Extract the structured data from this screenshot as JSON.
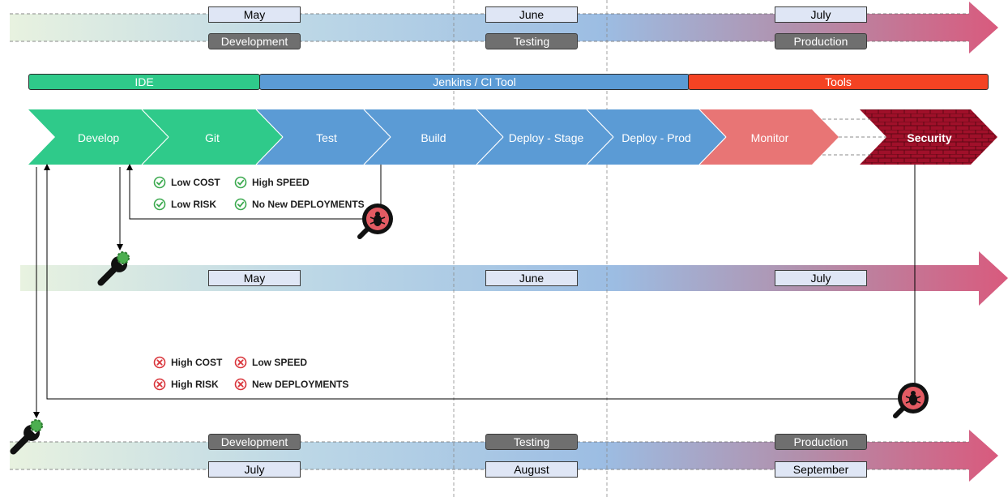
{
  "timeline_top": {
    "months": [
      "May",
      "June",
      "July"
    ],
    "phases": [
      "Development",
      "Testing",
      "Production"
    ]
  },
  "tools": {
    "ide": "IDE",
    "ci": "Jenkins / CI Tool",
    "tools": "Tools"
  },
  "pipeline": {
    "stages": [
      "Develop",
      "Git",
      "Test",
      "Build",
      "Deploy - Stage",
      "Deploy - Prod",
      "Monitor",
      "Security"
    ]
  },
  "good": {
    "items": [
      "Low COST",
      "High SPEED",
      "Low RISK",
      "No New DEPLOYMENTS"
    ]
  },
  "timeline_mid": {
    "months": [
      "May",
      "June",
      "July"
    ]
  },
  "bad": {
    "items": [
      "High COST",
      "Low SPEED",
      "High RISK",
      "New DEPLOYMENTS"
    ]
  },
  "timeline_bottom": {
    "phases": [
      "Development",
      "Testing",
      "Production"
    ],
    "months": [
      "July",
      "August",
      "September"
    ]
  },
  "colors": {
    "green": "#2fca8a",
    "blue": "#5b9bd5",
    "red": "#e87575",
    "security": "#a0102a",
    "tools_red": "#f44323",
    "check": "#3daa50",
    "cross": "#d9343a"
  },
  "icons": {
    "fix": "wrench-icon",
    "bug": "bug-magnifier-icon",
    "ok": "check-circle-icon",
    "fail": "x-circle-icon"
  }
}
